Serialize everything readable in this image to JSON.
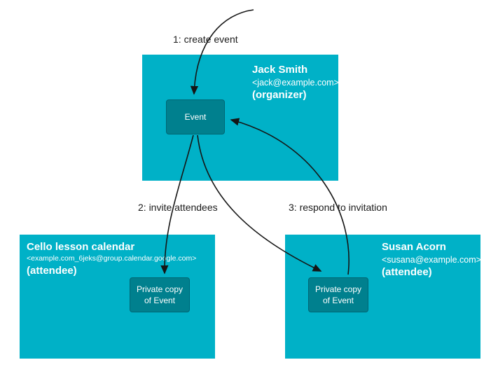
{
  "steps": [
    {
      "label": "1: create event"
    },
    {
      "label": "2: invite attendees"
    },
    {
      "label": "3: respond to invitation"
    }
  ],
  "boxes": {
    "organizer": {
      "name": "Jack Smith",
      "email": "<jack@example.com>",
      "role": "(organizer)",
      "node": "Event"
    },
    "cello": {
      "name": "Cello lesson calendar",
      "email": "<example.com_6jeks@group.calendar.google.com>",
      "role": "(attendee)",
      "node": "Private copy of Event"
    },
    "susan": {
      "name": "Susan Acorn",
      "email": "<susana@example.com>",
      "role": "(attendee)",
      "node": "Private copy of Event"
    }
  },
  "colors": {
    "calendar_box": "#00b1c7",
    "event_node": "#00808e",
    "arrow": "#151515",
    "text_on_box": "#ffffff",
    "label_text": "#1b1b1b"
  }
}
